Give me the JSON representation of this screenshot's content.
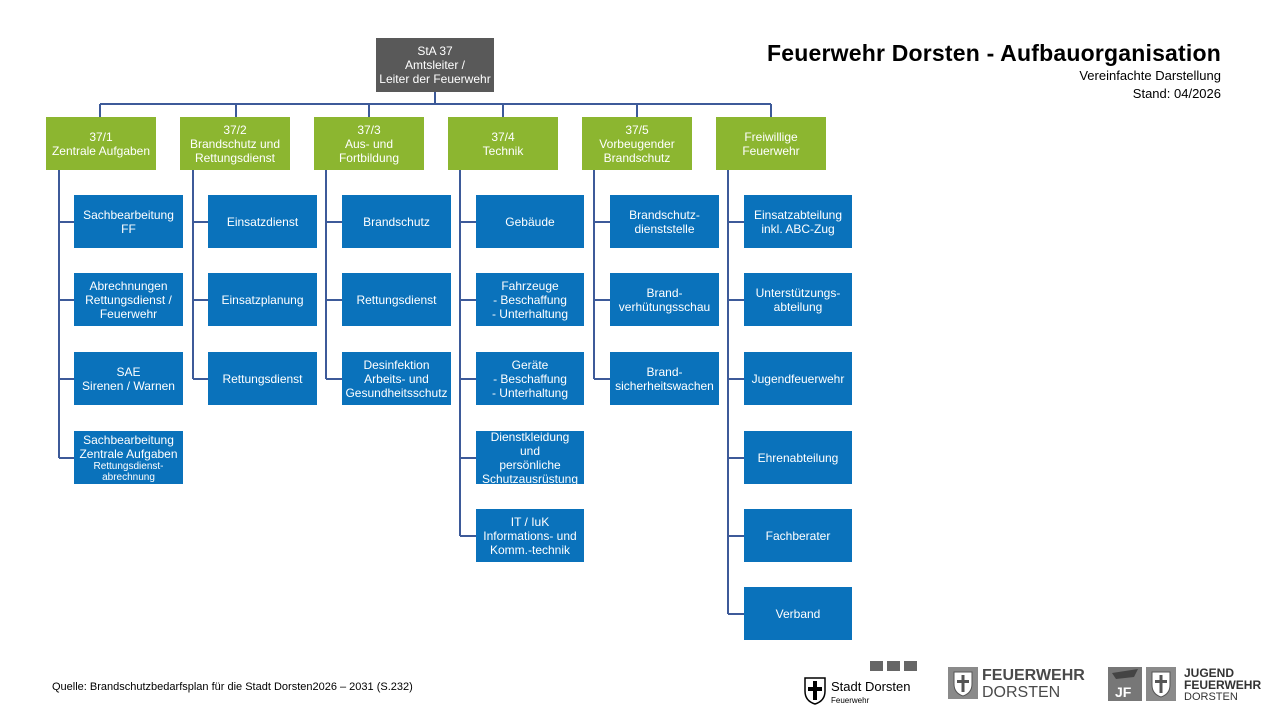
{
  "header": {
    "title": "Feuerwehr Dorsten - Aufbauorganisation",
    "subtitle": "Vereinfachte Darstellung",
    "stand": "Stand: 04/2026"
  },
  "root": {
    "code": "StA 37",
    "line1": "Amtsleiter /",
    "line2": "Leiter der Feuerwehr"
  },
  "departments": [
    {
      "code": "37/1",
      "name": "Zentrale Aufgaben",
      "units": [
        {
          "lines": [
            "Sachbearbeitung",
            "FF"
          ]
        },
        {
          "lines": [
            "Abrechnungen",
            "Rettungsdienst /",
            "Feuerwehr"
          ]
        },
        {
          "lines": [
            "SAE",
            "Sirenen / Warnen"
          ]
        },
        {
          "lines": [
            "Sachbearbeitung",
            "Zentrale Aufgaben"
          ],
          "small": [
            "Rettungsdienst-",
            "abrechnung"
          ]
        }
      ]
    },
    {
      "code": "37/2",
      "name": "Brandschutz und Rettungsdienst",
      "units": [
        {
          "lines": [
            "Einsatzdienst"
          ]
        },
        {
          "lines": [
            "Einsatzplanung"
          ]
        },
        {
          "lines": [
            "Rettungsdienst"
          ]
        }
      ]
    },
    {
      "code": "37/3",
      "name": "Aus- und Fortbildung",
      "units": [
        {
          "lines": [
            "Brandschutz"
          ]
        },
        {
          "lines": [
            "Rettungsdienst"
          ]
        },
        {
          "lines": [
            "Desinfektion",
            "Arbeits- und",
            "Gesundheitsschutz"
          ]
        }
      ]
    },
    {
      "code": "37/4",
      "name": "Technik",
      "units": [
        {
          "lines": [
            "Gebäude"
          ]
        },
        {
          "lines": [
            "Fahrzeuge",
            "- Beschaffung",
            "- Unterhaltung"
          ]
        },
        {
          "lines": [
            "Geräte",
            "- Beschaffung",
            "- Unterhaltung"
          ]
        },
        {
          "lines": [
            "Dienstkleidung und",
            "persönliche",
            "Schutzausrüstung"
          ]
        },
        {
          "lines": [
            "IT / IuK",
            "Informations- und",
            "Komm.-technik"
          ]
        }
      ]
    },
    {
      "code": "37/5",
      "name": "Vorbeugender Brandschutz",
      "units": [
        {
          "lines": [
            "Brandschutz-",
            "dienststelle"
          ]
        },
        {
          "lines": [
            "Brand-",
            "verhütungsschau"
          ]
        },
        {
          "lines": [
            "Brand-",
            "sicherheitswachen"
          ]
        }
      ]
    },
    {
      "code": "",
      "name": "Freiwillige Feuerwehr",
      "units": [
        {
          "lines": [
            "Einsatzabteilung",
            "inkl. ABC-Zug"
          ]
        },
        {
          "lines": [
            "Unterstützungs-",
            "abteilung"
          ]
        },
        {
          "lines": [
            "Jugendfeuerwehr"
          ]
        },
        {
          "lines": [
            "Ehrenabteilung"
          ]
        },
        {
          "lines": [
            "Fachberater"
          ]
        },
        {
          "lines": [
            "Verband"
          ]
        }
      ]
    }
  ],
  "footer": {
    "source": "Quelle: Brandschutzbedarfsplan für die Stadt Dorsten2026 – 2031 (S.232)"
  },
  "logos": {
    "stadt": {
      "name": "Stadt Dorsten",
      "sub": "Feuerwehr"
    },
    "feuerwehr": {
      "line1": "FEUERWEHR",
      "line2": "DORSTEN"
    },
    "jugend": {
      "badge": "JF",
      "line1": "JUGEND",
      "line2": "FEUERWEHR",
      "line3": "DORSTEN"
    }
  },
  "colors": {
    "root": "#595959",
    "department": "#8cb630",
    "unit": "#0a72bb",
    "connector": "#3d5a99"
  }
}
